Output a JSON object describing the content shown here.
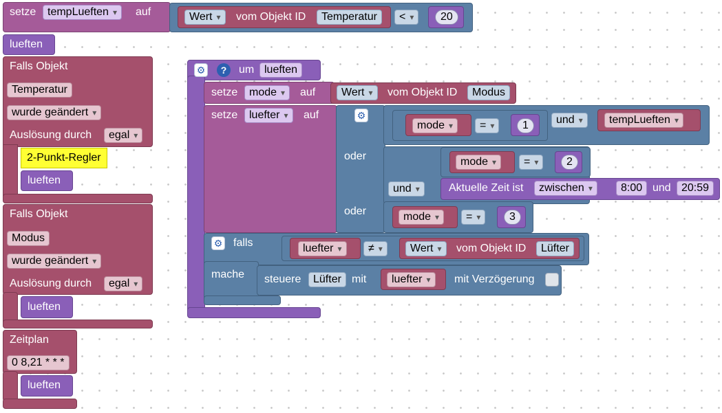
{
  "colors": {
    "variables": "#a55b99",
    "objects": "#a5506c",
    "logic": "#5b80a5",
    "functions": "#8a5fb8",
    "comment": "#ffff33"
  },
  "icons": {
    "gear": "gear-icon",
    "help": "help-icon",
    "dropdown": "chevron-down-icon"
  },
  "top_set": {
    "setze": "setze",
    "var": "tempLueften",
    "auf": "auf",
    "wert": "Wert",
    "vom_objekt_id": "vom Objekt ID",
    "obj": "Temperatur",
    "op": "<",
    "num": "20"
  },
  "call_lueften_top": "lueften",
  "trigger1": {
    "title": "Falls Objekt",
    "obj": "Temperatur",
    "mode": "wurde geändert",
    "ausl": "Auslösung durch",
    "ausl_val": "egal",
    "comment": "2-Punkt-Regler",
    "call": "lueften"
  },
  "trigger2": {
    "title": "Falls Objekt",
    "obj": "Modus",
    "mode": "wurde geändert",
    "ausl": "Auslösung durch",
    "ausl_val": "egal",
    "call": "lueften"
  },
  "schedule": {
    "title": "Zeitplan",
    "cron": "0 8,21 * * *",
    "call": "lueften"
  },
  "func": {
    "um": "um",
    "name": "lueften",
    "set_mode": {
      "setze": "setze",
      "var": "mode",
      "auf": "auf",
      "wert": "Wert",
      "vom_objekt_id": "vom Objekt ID",
      "obj": "Modus"
    },
    "set_luefter": {
      "setze": "setze",
      "var": "luefter",
      "auf": "auf"
    },
    "cond1": {
      "var": "mode",
      "op": "=",
      "num": "1",
      "und": "und",
      "var2": "tempLueften"
    },
    "oder1": "oder",
    "cond2": {
      "var": "mode",
      "op": "=",
      "num": "2",
      "und": "und",
      "zeit": "Aktuelle Zeit ist",
      "zwischen": "zwischen",
      "from": "8:00",
      "und2": "und",
      "to": "20:59"
    },
    "oder2": "oder",
    "cond3": {
      "var": "mode",
      "op": "=",
      "num": "3"
    },
    "falls": {
      "falls": "falls",
      "var": "luefter",
      "op": "≠",
      "wert": "Wert",
      "vom_objekt_id": "vom Objekt ID",
      "obj": "Lüfter",
      "mache": "mache",
      "steuere": "steuere",
      "target": "Lüfter",
      "mit": "mit",
      "var2": "luefter",
      "delay": "mit Verzögerung"
    }
  }
}
